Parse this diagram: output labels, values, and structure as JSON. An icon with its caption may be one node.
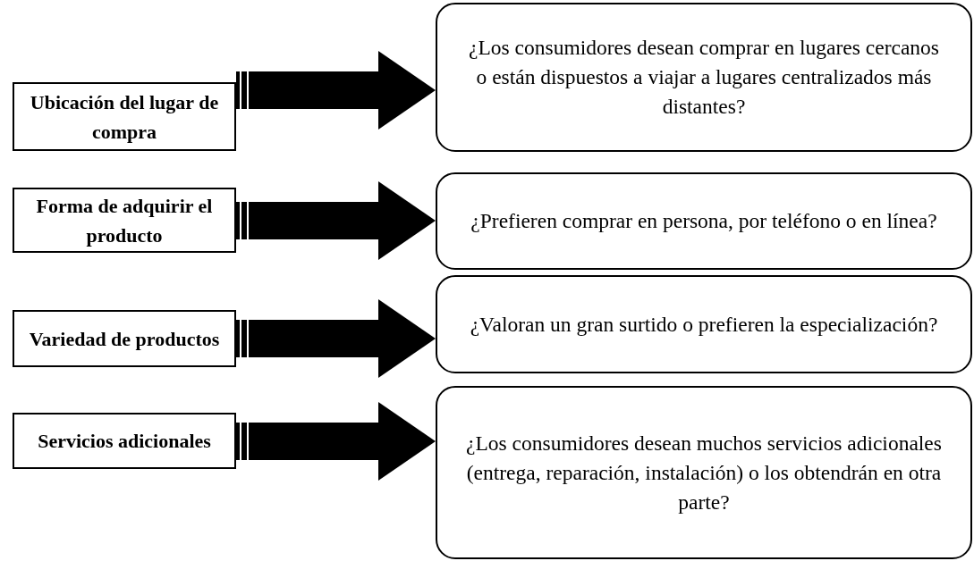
{
  "diagram": {
    "nodes": [
      {
        "text": [
          "Ubicación del lugar de compra"
        ]
      },
      {
        "text": [
          "¿Los consumidores desean comprar en lugares cercanos o están dispuestos a viajar a lugares centralizados más distantes?"
        ]
      },
      {
        "text": [
          "Forma de adquirir el producto"
        ]
      },
      {
        "text": [
          "¿Prefieren comprar en persona, por teléfono o en línea?"
        ]
      },
      {
        "text": [
          "Variedad de productos"
        ]
      },
      {
        "text": [
          "¿Valoran un gran surtido o prefieren la especialización?"
        ]
      },
      {
        "text": [
          "Servicios adicionales"
        ]
      },
      {
        "text": [
          "¿Los consumidores desean muchos servicios adicionales (entrega, reparación, instalación) o los obtendrán en otra parte?"
        ]
      }
    ],
    "edges": [
      {
        "from": 0,
        "to": 1,
        "arrow": "to"
      },
      {
        "from": 2,
        "to": 3,
        "arrow": "to"
      },
      {
        "from": 4,
        "to": 5,
        "arrow": "to"
      },
      {
        "from": 6,
        "to": 7,
        "arrow": "to"
      }
    ]
  }
}
